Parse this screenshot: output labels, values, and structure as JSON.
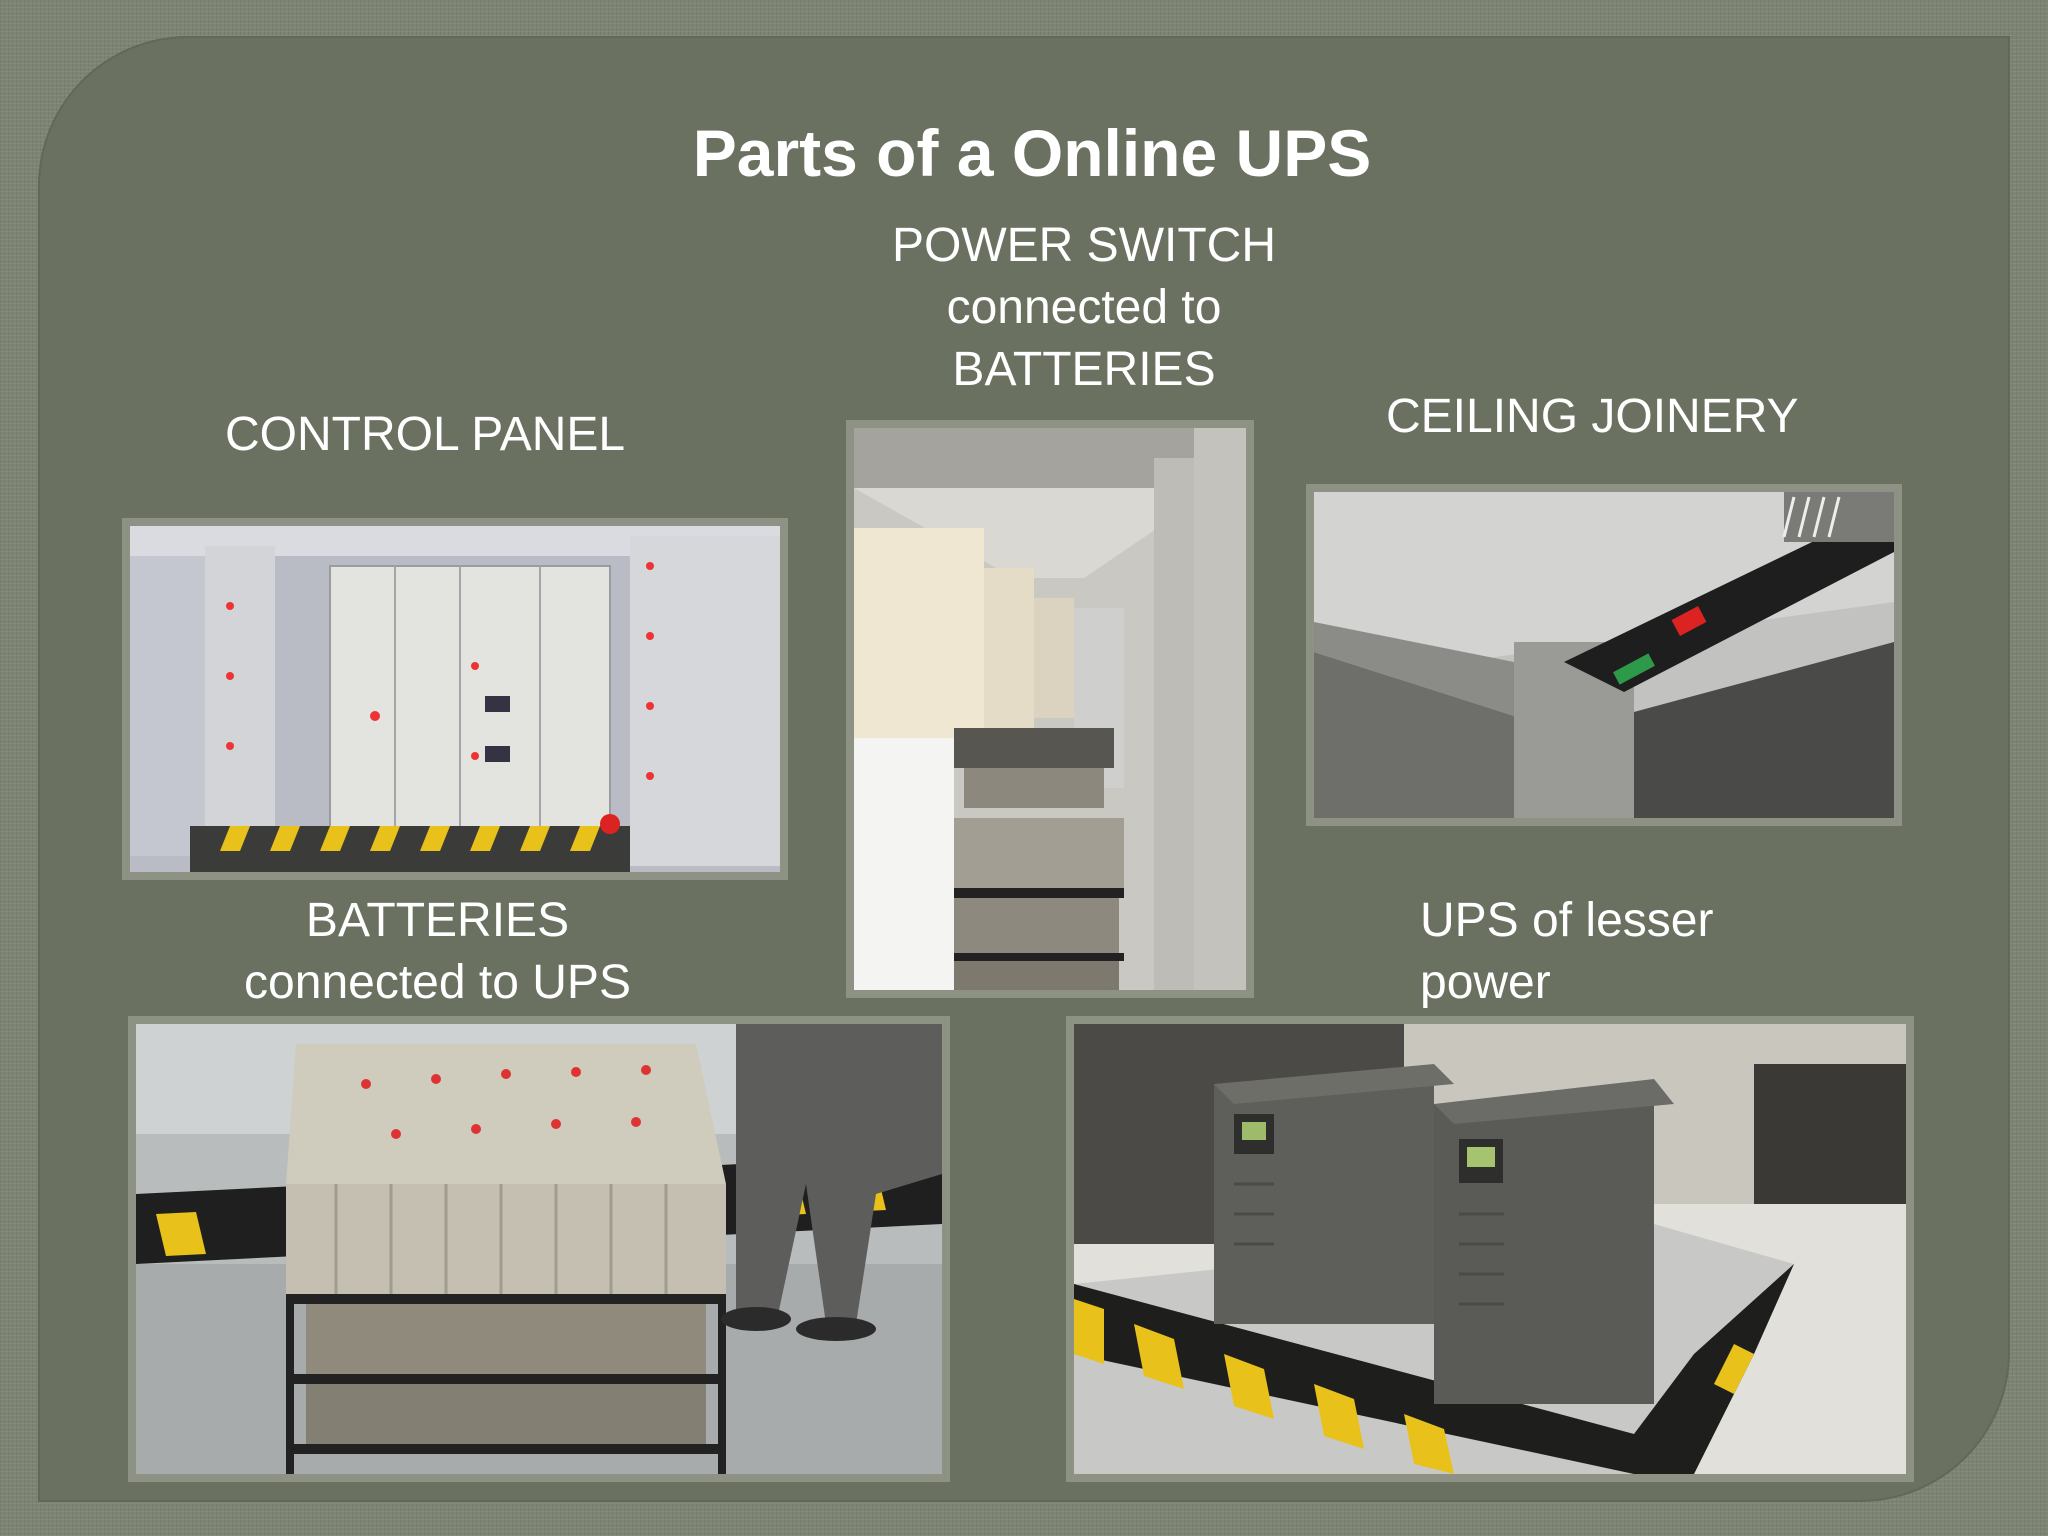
{
  "slide": {
    "title": "Parts of a Online UPS",
    "captions": {
      "power_switch": "POWER  SWITCH\nconnected to\nBATTERIES",
      "control_panel": "CONTROL  PANEL",
      "ceiling_joinery": "CEILING  JOINERY",
      "batteries": "BATTERIES\nconnected to UPS",
      "ups_lesser": "UPS of lesser\npower"
    }
  },
  "colors": {
    "background": "#6b7160",
    "frame": "#8e9285",
    "text": "#ffffff",
    "hazard_yellow": "#e8c21a"
  }
}
